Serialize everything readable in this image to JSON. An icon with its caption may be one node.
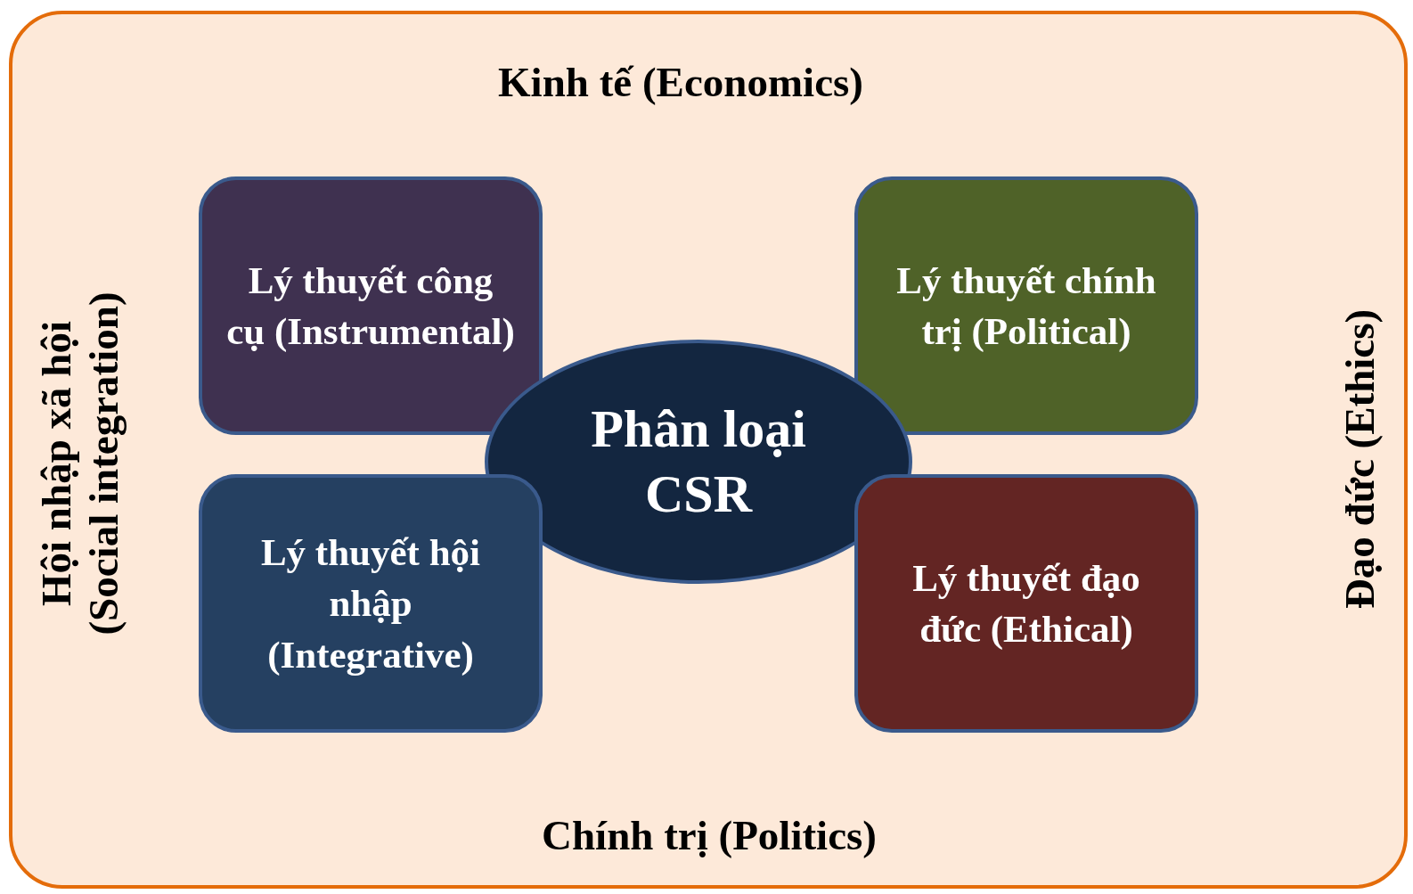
{
  "diagram": {
    "nodes": [
      {
        "text": [
          "Kinh tế (Economics)",
          "Hội nhập xã hội (Social integration)",
          "Đạo đức (Ethics)",
          "Chính trị (Politics)"
        ]
      },
      {
        "text": [
          "Lý thuyết công cụ (Instrumental)"
        ],
        "in": 0
      },
      {
        "text": [
          "Lý thuyết chính trị (Political)"
        ],
        "in": 0
      },
      {
        "text": [
          "Phân loại CSR"
        ],
        "in": 0
      },
      {
        "text": [
          "Lý thuyết hội nhập (Integrative)"
        ],
        "in": 0
      },
      {
        "text": [
          "Lý thuyết đạo đức (Ethical)"
        ],
        "in": 0
      }
    ],
    "edges": []
  }
}
